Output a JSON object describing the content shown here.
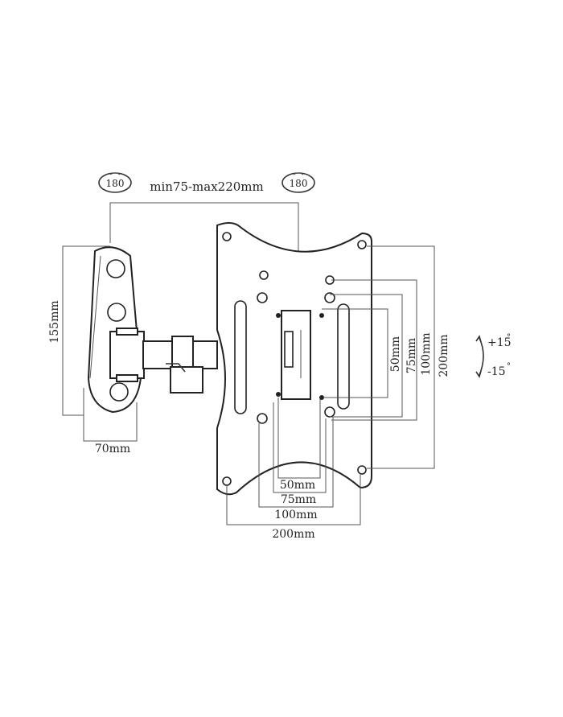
{
  "rotation_badges": {
    "left": "180",
    "right": "180"
  },
  "dimensions": {
    "arm_extension": "min75-max220mm",
    "wall_height": "155mm",
    "wall_width": "70mm",
    "vesa_v_50": "50mm",
    "vesa_v_75": "75mm",
    "vesa_v_100": "100mm",
    "vesa_v_200": "200mm",
    "vesa_h_50": "50mm",
    "vesa_h_75": "75mm",
    "vesa_h_100": "100mm",
    "vesa_h_200": "200mm"
  },
  "tilt": {
    "up": "+15",
    "down": "-15",
    "degree_symbol": "°"
  }
}
